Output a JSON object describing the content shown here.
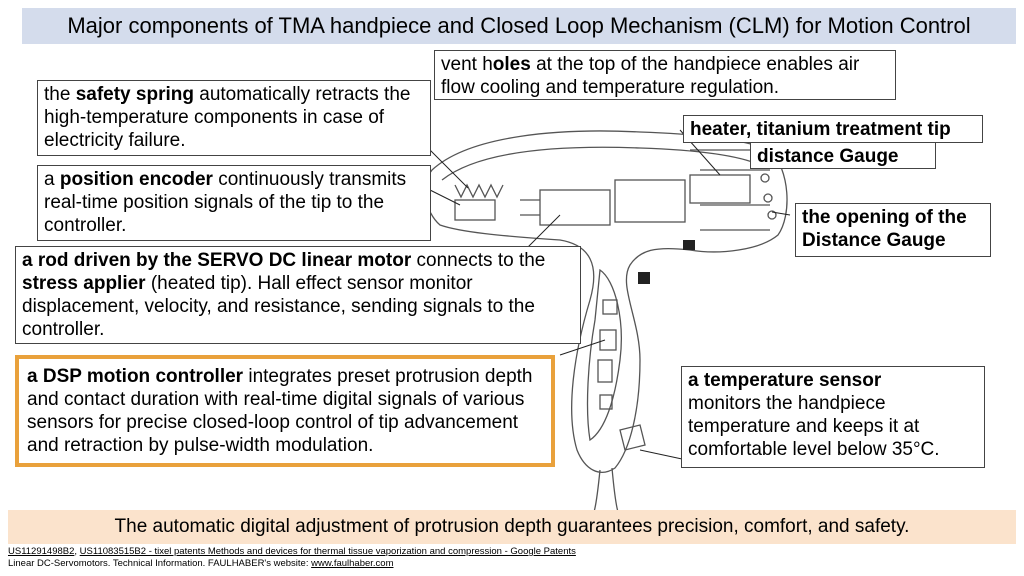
{
  "title": "Major components of TMA handpiece and Closed Loop Mechanism (CLM) for Motion Control",
  "callouts": {
    "vent": {
      "text": "vent h",
      "bold": "oles",
      "rest": " at the top of the handpiece enables air flow cooling and temperature regulation."
    },
    "spring": {
      "pre": "the ",
      "bold": "safety spring",
      "rest": " automatically retracts the high-temperature components in case of electricity failure."
    },
    "encoder": {
      "pre": "a ",
      "bold": "position encoder",
      "rest": " continuously transmits real-time position signals of the tip to the controller."
    },
    "heater": {
      "bold": "heater, titanium treatment tip"
    },
    "gauge": {
      "bold": "distance Gauge"
    },
    "opening": {
      "bold": "the opening of the Distance Gauge"
    },
    "rod": {
      "bold1": "a rod driven by the SERVO DC linear motor",
      "mid": " connects to the ",
      "bold2": "stress applier",
      "rest": " (heated tip). Hall effect sensor monitor displacement, velocity, and resistance, sending signals to the controller."
    },
    "dsp": {
      "bold": "a DSP motion controller",
      "rest": " integrates preset protrusion depth and contact duration with real-time digital signals of various sensors for precise closed-loop control of tip advancement and retraction by pulse-width modulation."
    },
    "temp": {
      "bold": "a temperature sensor",
      "rest": " monitors the handpiece temperature and keeps it at comfortable level below 35°C."
    }
  },
  "footer": "The automatic digital adjustment of protrusion depth guarantees precision, comfort, and safety.",
  "references": {
    "patent1": "US11291498B2",
    "sep": ", ",
    "patent2": "US11083515B2 - tixel patents Methods and devices for thermal tissue vaporization and compression - Google Patents",
    "line2_pre": "Linear DC-Servomotors. Technical Information. FAULHABER's website: ",
    "url": "www.faulhaber.com"
  },
  "colors": {
    "title_bg": "#d4dcec",
    "footer_bg": "#fbe3cc",
    "highlight_border": "#e9a13b"
  }
}
